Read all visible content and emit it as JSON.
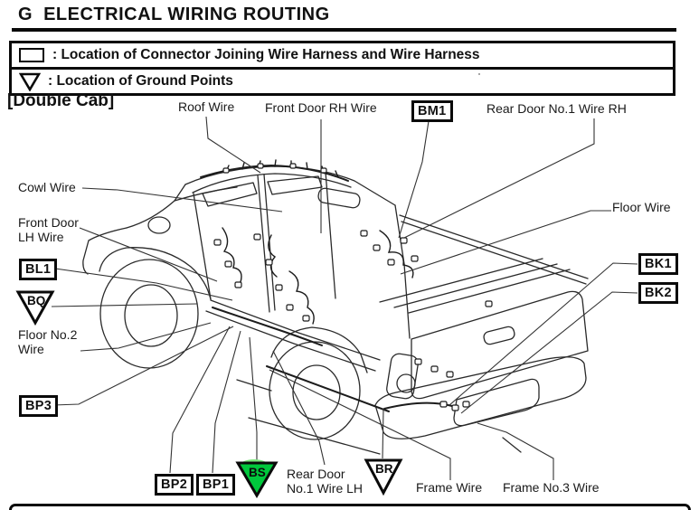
{
  "title": {
    "prefix": "G",
    "text": "ELECTRICAL WIRING ROUTING"
  },
  "legend": {
    "connector_label": ": Location of Connector Joining Wire Harness and Wire Harness",
    "ground_label": ": Location of Ground Points"
  },
  "section_label": "[Double Cab]",
  "labels": {
    "roof_wire": "Roof Wire",
    "front_door_rh": "Front Door RH Wire",
    "rear_door_rh": "Rear Door No.1 Wire RH",
    "cowl_wire": "Cowl Wire",
    "front_door_lh": "Front Door\nLH Wire",
    "floor_wire": "Floor Wire",
    "floor_no2": "Floor No.2\nWire",
    "rear_door_lh": "Rear Door\nNo.1 Wire LH",
    "frame_wire": "Frame Wire",
    "frame_no3": "Frame No.3 Wire"
  },
  "connector_boxes": {
    "bm1": "BM1",
    "bl1": "BL1",
    "bp3": "BP3",
    "bp2": "BP2",
    "bp1": "BP1",
    "bk1": "BK1",
    "bk2": "BK2"
  },
  "ground_points": {
    "bq": "BQ",
    "bs": "BS",
    "br": "BR"
  },
  "colors": {
    "line": "#1a1a1a",
    "highlight_green": "#00c83c",
    "highlight_green_light": "#7de87d"
  }
}
